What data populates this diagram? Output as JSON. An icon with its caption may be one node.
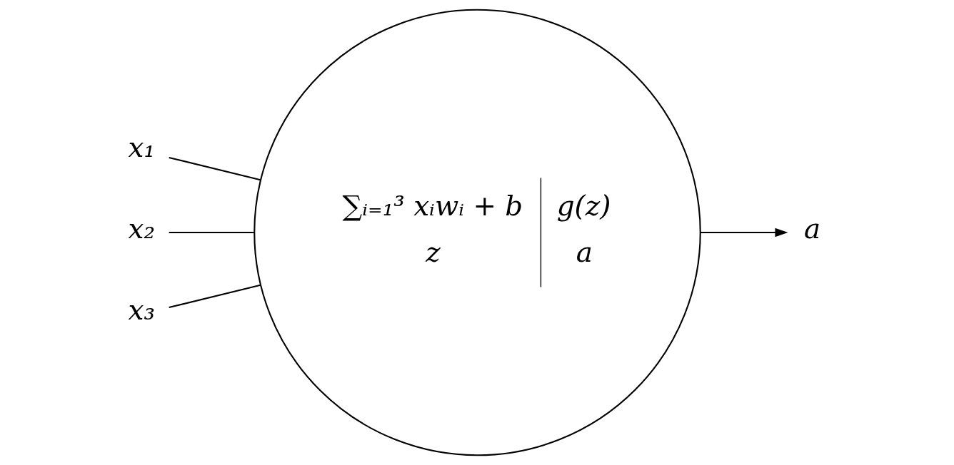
{
  "diagram": {
    "nodes": [
      {
        "text": [
          "x₁"
        ]
      },
      {
        "text": [
          "x₂"
        ]
      },
      {
        "text": [
          "x₃"
        ]
      },
      {
        "text": [
          "∑ᵢ₌₁³ xᵢwᵢ + b",
          "z",
          "g(z)",
          "a"
        ]
      },
      {
        "text": [
          "a"
        ]
      }
    ],
    "edges": [
      {
        "from": 0,
        "to": 3,
        "arrow": "none"
      },
      {
        "from": 1,
        "to": 3,
        "arrow": "none"
      },
      {
        "from": 2,
        "to": 3,
        "arrow": "none"
      },
      {
        "from": 3,
        "to": 4,
        "arrow": "to"
      }
    ]
  }
}
